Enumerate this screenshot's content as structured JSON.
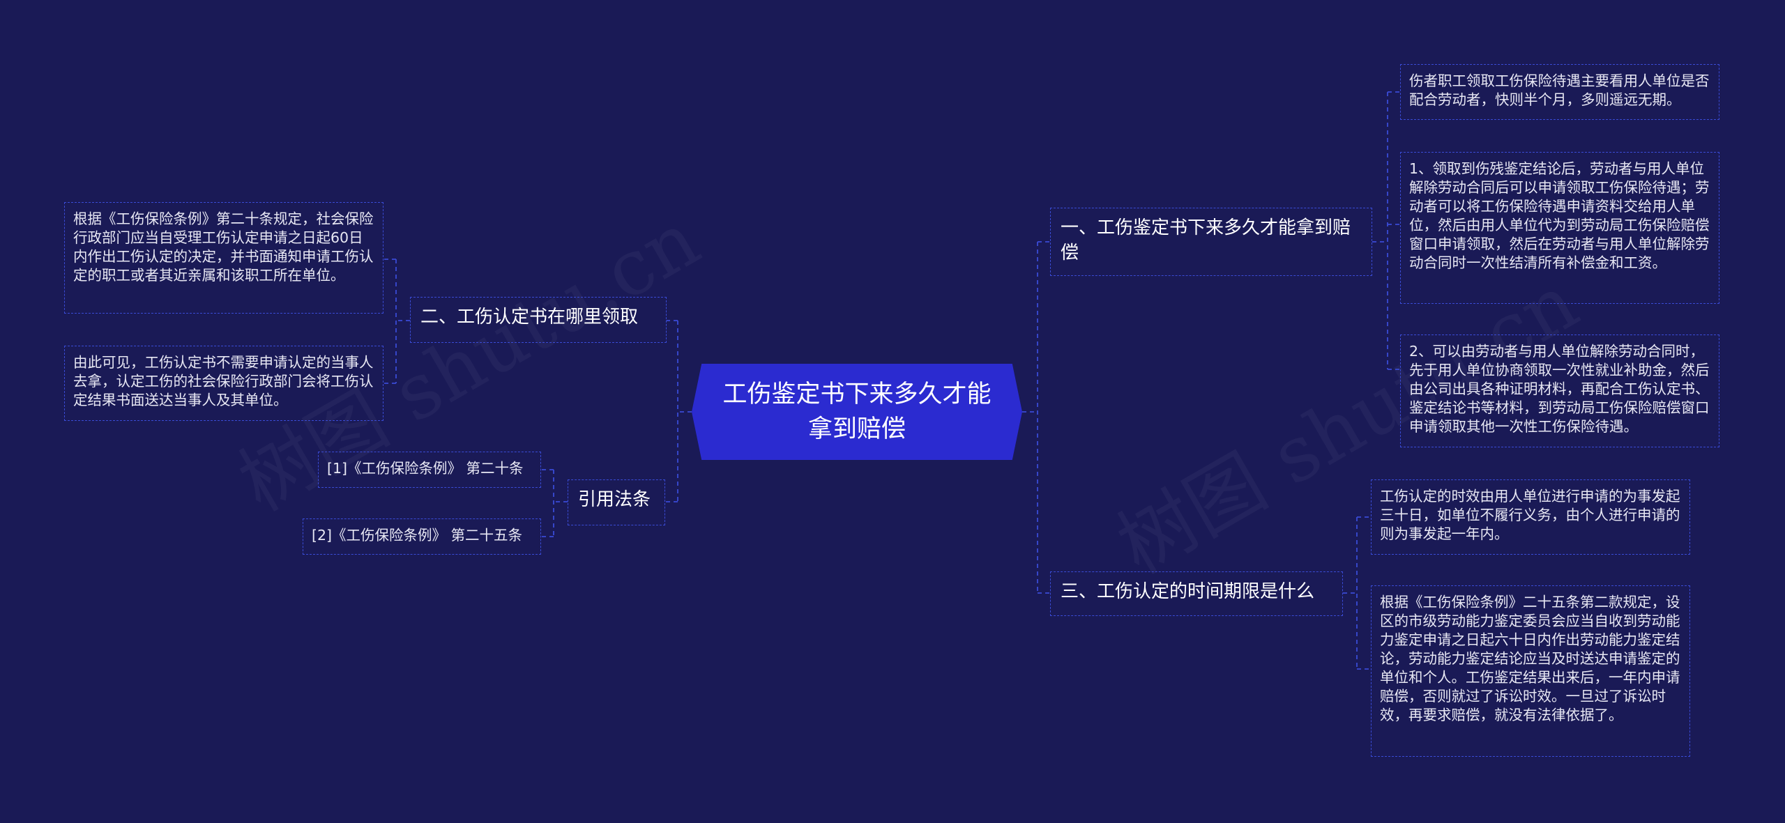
{
  "center": {
    "label": "工伤鉴定书下来多久才能拿到赔偿"
  },
  "watermarks": [
    "树图 shutu.cn",
    "树图 shutu.cn"
  ],
  "right_branches": [
    {
      "label": "一、工伤鉴定书下来多久才能拿到赔偿",
      "leaves": [
        "伤者职工领取工伤保险待遇主要看用人单位是否配合劳动者，快则半个月，多则遥远无期。",
        "1、领取到伤残鉴定结论后，劳动者与用人单位解除劳动合同后可以申请领取工伤保险待遇；劳动者可以将工伤保险待遇申请资料交给用人单位，然后由用人单位代为到劳动局工伤保险赔偿窗口申请领取，然后在劳动者与用人单位解除劳动合同时一次性结清所有补偿金和工资。",
        "2、可以由劳动者与用人单位解除劳动合同时，先于用人单位协商领取一次性就业补助金，然后由公司出具各种证明材料，再配合工伤认定书、鉴定结论书等材料，到劳动局工伤保险赔偿窗口申请领取其他一次性工伤保险待遇。"
      ]
    },
    {
      "label": "三、工伤认定的时间期限是什么",
      "leaves": [
        "工伤认定的时效由用人单位进行申请的为事发起三十日，如单位不履行义务，由个人进行申请的则为事发起一年内。",
        "根据《工伤保险条例》二十五条第二款规定，设区的市级劳动能力鉴定委员会应当自收到劳动能力鉴定申请之日起六十日内作出劳动能力鉴定结论，劳动能力鉴定结论应当及时送达申请鉴定的单位和个人。工伤鉴定结果出来后，一年内申请赔偿，否则就过了诉讼时效。一旦过了诉讼时效，再要求赔偿，就没有法律依据了。"
      ]
    }
  ],
  "left_branches": [
    {
      "label": "二、工伤认定书在哪里领取",
      "leaves": [
        "根据《工伤保险条例》第二十条规定，社会保险行政部门应当自受理工伤认定申请之日起60日内作出工伤认定的决定，并书面通知申请工伤认定的职工或者其近亲属和该职工所在单位。",
        "由此可见，工伤认定书不需要申请认定的当事人去拿，认定工伤的社会保险行政部门会将工伤认定结果书面送达当事人及其单位。"
      ]
    },
    {
      "label": "引用法条",
      "leaves": [
        "[1]《工伤保险条例》 第二十条",
        "[2]《工伤保险条例》 第二十五条"
      ]
    }
  ]
}
